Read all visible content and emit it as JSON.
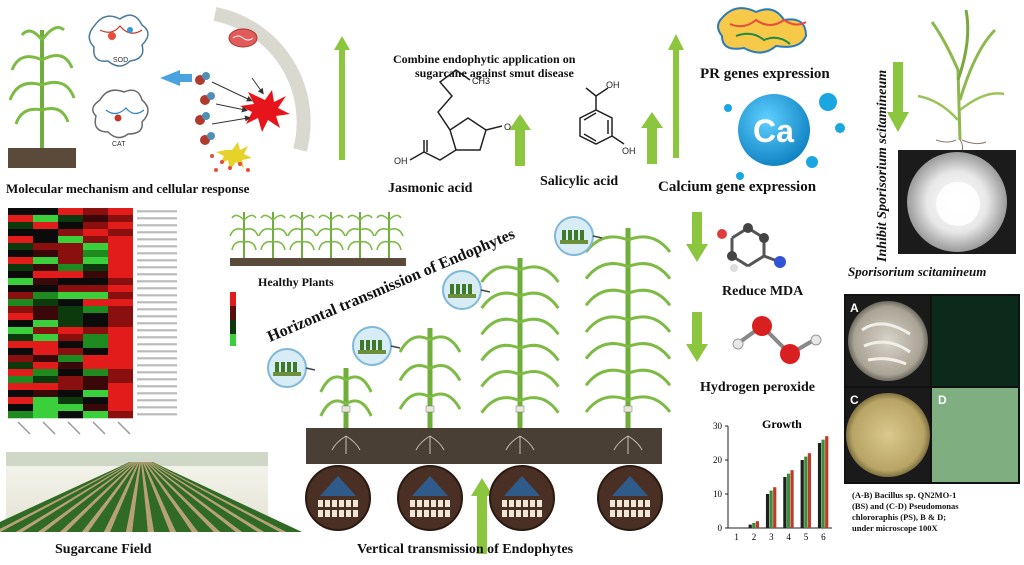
{
  "labels": {
    "molecular": "Molecular mechanism and cellular response",
    "combine_line1": "Combine endophytic application on",
    "combine_line2": "sugarcane against smut disease",
    "jasmonic": "Jasmonic acid",
    "salicylic": "Salicylic acid",
    "pr_genes": "PR genes expression",
    "calcium": "Calcium gene expression",
    "reduce_mda": "Reduce MDA",
    "h2o2": "Hydrogen peroxide",
    "healthy": "Healthy Plants",
    "horizontal": "Horizontal transmission of Endophytes",
    "vertical": "Vertical transmission of Endophytes",
    "field": "Sugarcane Field",
    "inhibit": "Inhibit Sporisorium scitamineum",
    "sporisorium": "Sporisorium scitamineum",
    "ca_symbol": "Ca",
    "sod": "SOD",
    "cat": "CAT",
    "ch3": "CH3",
    "oh": "OH",
    "o": "O",
    "panel_a": "A",
    "panel_c": "C",
    "panel_d": "D",
    "caption_line1": "(A-B) Bacillus sp. QN2MO-1",
    "caption_line2": "(BS) and (C-D) Pseudomonas",
    "caption_line3": "chlororaphis (PS), B & D;",
    "caption_line4": "under microscope 100X"
  },
  "colors": {
    "arrow_green": "#8cc63f",
    "soil": "#4a3f35",
    "sugarcane": "#6fae3a",
    "ca_blue": "#1aa6e0",
    "burst_red": "#e8141b"
  },
  "chart_data": {
    "type": "bar",
    "title": "Growth",
    "categories": [
      "1",
      "2",
      "3",
      "4",
      "5",
      "6"
    ],
    "ylim": [
      0,
      30
    ],
    "yticks": [
      0,
      10,
      20,
      30
    ],
    "series": [
      {
        "values": [
          0,
          1,
          10,
          15,
          20,
          25
        ],
        "color": "#1e1e1e"
      },
      {
        "values": [
          0,
          1.5,
          11,
          16,
          21,
          26
        ],
        "color": "#3a8f3a"
      },
      {
        "values": [
          0,
          2,
          12,
          17,
          22,
          27
        ],
        "color": "#c0392b"
      }
    ]
  }
}
